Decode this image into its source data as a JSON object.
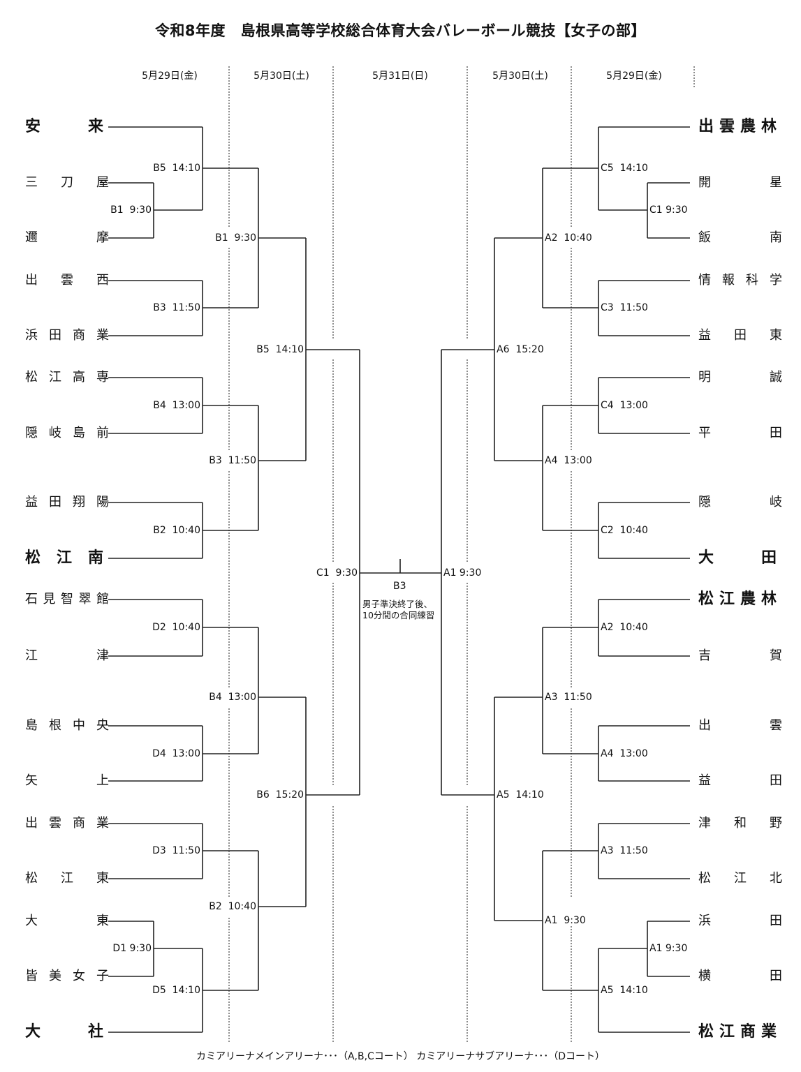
{
  "title": "令和8年度　島根県高等学校総合体育大会バレーボール競技【女子の部】",
  "dates": [
    "5月29日(金)",
    "5月30日(土)",
    "5月31日(日)",
    "5月30日(土)",
    "5月29日(金)"
  ],
  "left_teams": [
    {
      "name": "安来",
      "big": true
    },
    {
      "name": "三刀屋",
      "big": false
    },
    {
      "name": "邇摩",
      "big": false
    },
    {
      "name": "出雲西",
      "big": false
    },
    {
      "name": "浜田商業",
      "big": false
    },
    {
      "name": "松江高専",
      "big": false
    },
    {
      "name": "隠岐島前",
      "big": false
    },
    {
      "name": "益田翔陽",
      "big": false
    },
    {
      "name": "松江南",
      "big": true
    },
    {
      "name": "石見智翠館",
      "big": false
    },
    {
      "name": "江津",
      "big": false
    },
    {
      "name": "島根中央",
      "big": false
    },
    {
      "name": "矢上",
      "big": false
    },
    {
      "name": "出雲商業",
      "big": false
    },
    {
      "name": "松江東",
      "big": false
    },
    {
      "name": "大東",
      "big": false
    },
    {
      "name": "皆美女子",
      "big": false
    },
    {
      "name": "大社",
      "big": true
    }
  ],
  "right_teams": [
    {
      "name": "出雲農林",
      "big": true
    },
    {
      "name": "開星",
      "big": false
    },
    {
      "name": "飯南",
      "big": false
    },
    {
      "name": "情報科学",
      "big": false
    },
    {
      "name": "益田東",
      "big": false
    },
    {
      "name": "明誠",
      "big": false
    },
    {
      "name": "平田",
      "big": false
    },
    {
      "name": "隠岐",
      "big": false
    },
    {
      "name": "大田",
      "big": true
    },
    {
      "name": "松江農林",
      "big": true
    },
    {
      "name": "吉賀",
      "big": false
    },
    {
      "name": "出雲",
      "big": false
    },
    {
      "name": "益田",
      "big": false
    },
    {
      "name": "津和野",
      "big": false
    },
    {
      "name": "松江北",
      "big": false
    },
    {
      "name": "浜田",
      "big": false
    },
    {
      "name": "横田",
      "big": false
    },
    {
      "name": "松江商業",
      "big": true
    }
  ],
  "left_matches": {
    "r0_b1": "B1  9:30",
    "r0_d1": "D1 9:30",
    "r1": [
      "B5  14:10",
      "B3  11:50",
      "B4  13:00",
      "B2  10:40",
      "D2  10:40",
      "D4  13:00",
      "D3  11:50",
      "D5  14:10"
    ],
    "r2": [
      "B1  9:30",
      "B3  11:50",
      "B4  13:00",
      "B2  10:40"
    ],
    "r3": [
      "B5  14:10",
      "B6  15:20"
    ]
  },
  "right_matches": {
    "r0_c1": "C1 9:30",
    "r0_a1": "A1 9:30",
    "r1": [
      "C5  14:10",
      "C3  11:50",
      "C4  13:00",
      "C2  10:40",
      "A2  10:40",
      "A4  13:00",
      "A3  11:50",
      "A5  14:10"
    ],
    "r2": [
      "A2  10:40",
      "A4  13:00",
      "A3  11:50",
      "A1  9:30"
    ],
    "r3": [
      "A6  15:20",
      "A5  14:10"
    ]
  },
  "final": {
    "left_label": "C1  9:30",
    "right_label": "A1 9:30",
    "center_label": "B3",
    "note": "男子準決終了後、10分間の合同練習"
  },
  "footer": "カミアリーナメインアリーナ･･･（A,B,Cコート）  カミアリーナサブアリーナ･･･（Dコート）"
}
